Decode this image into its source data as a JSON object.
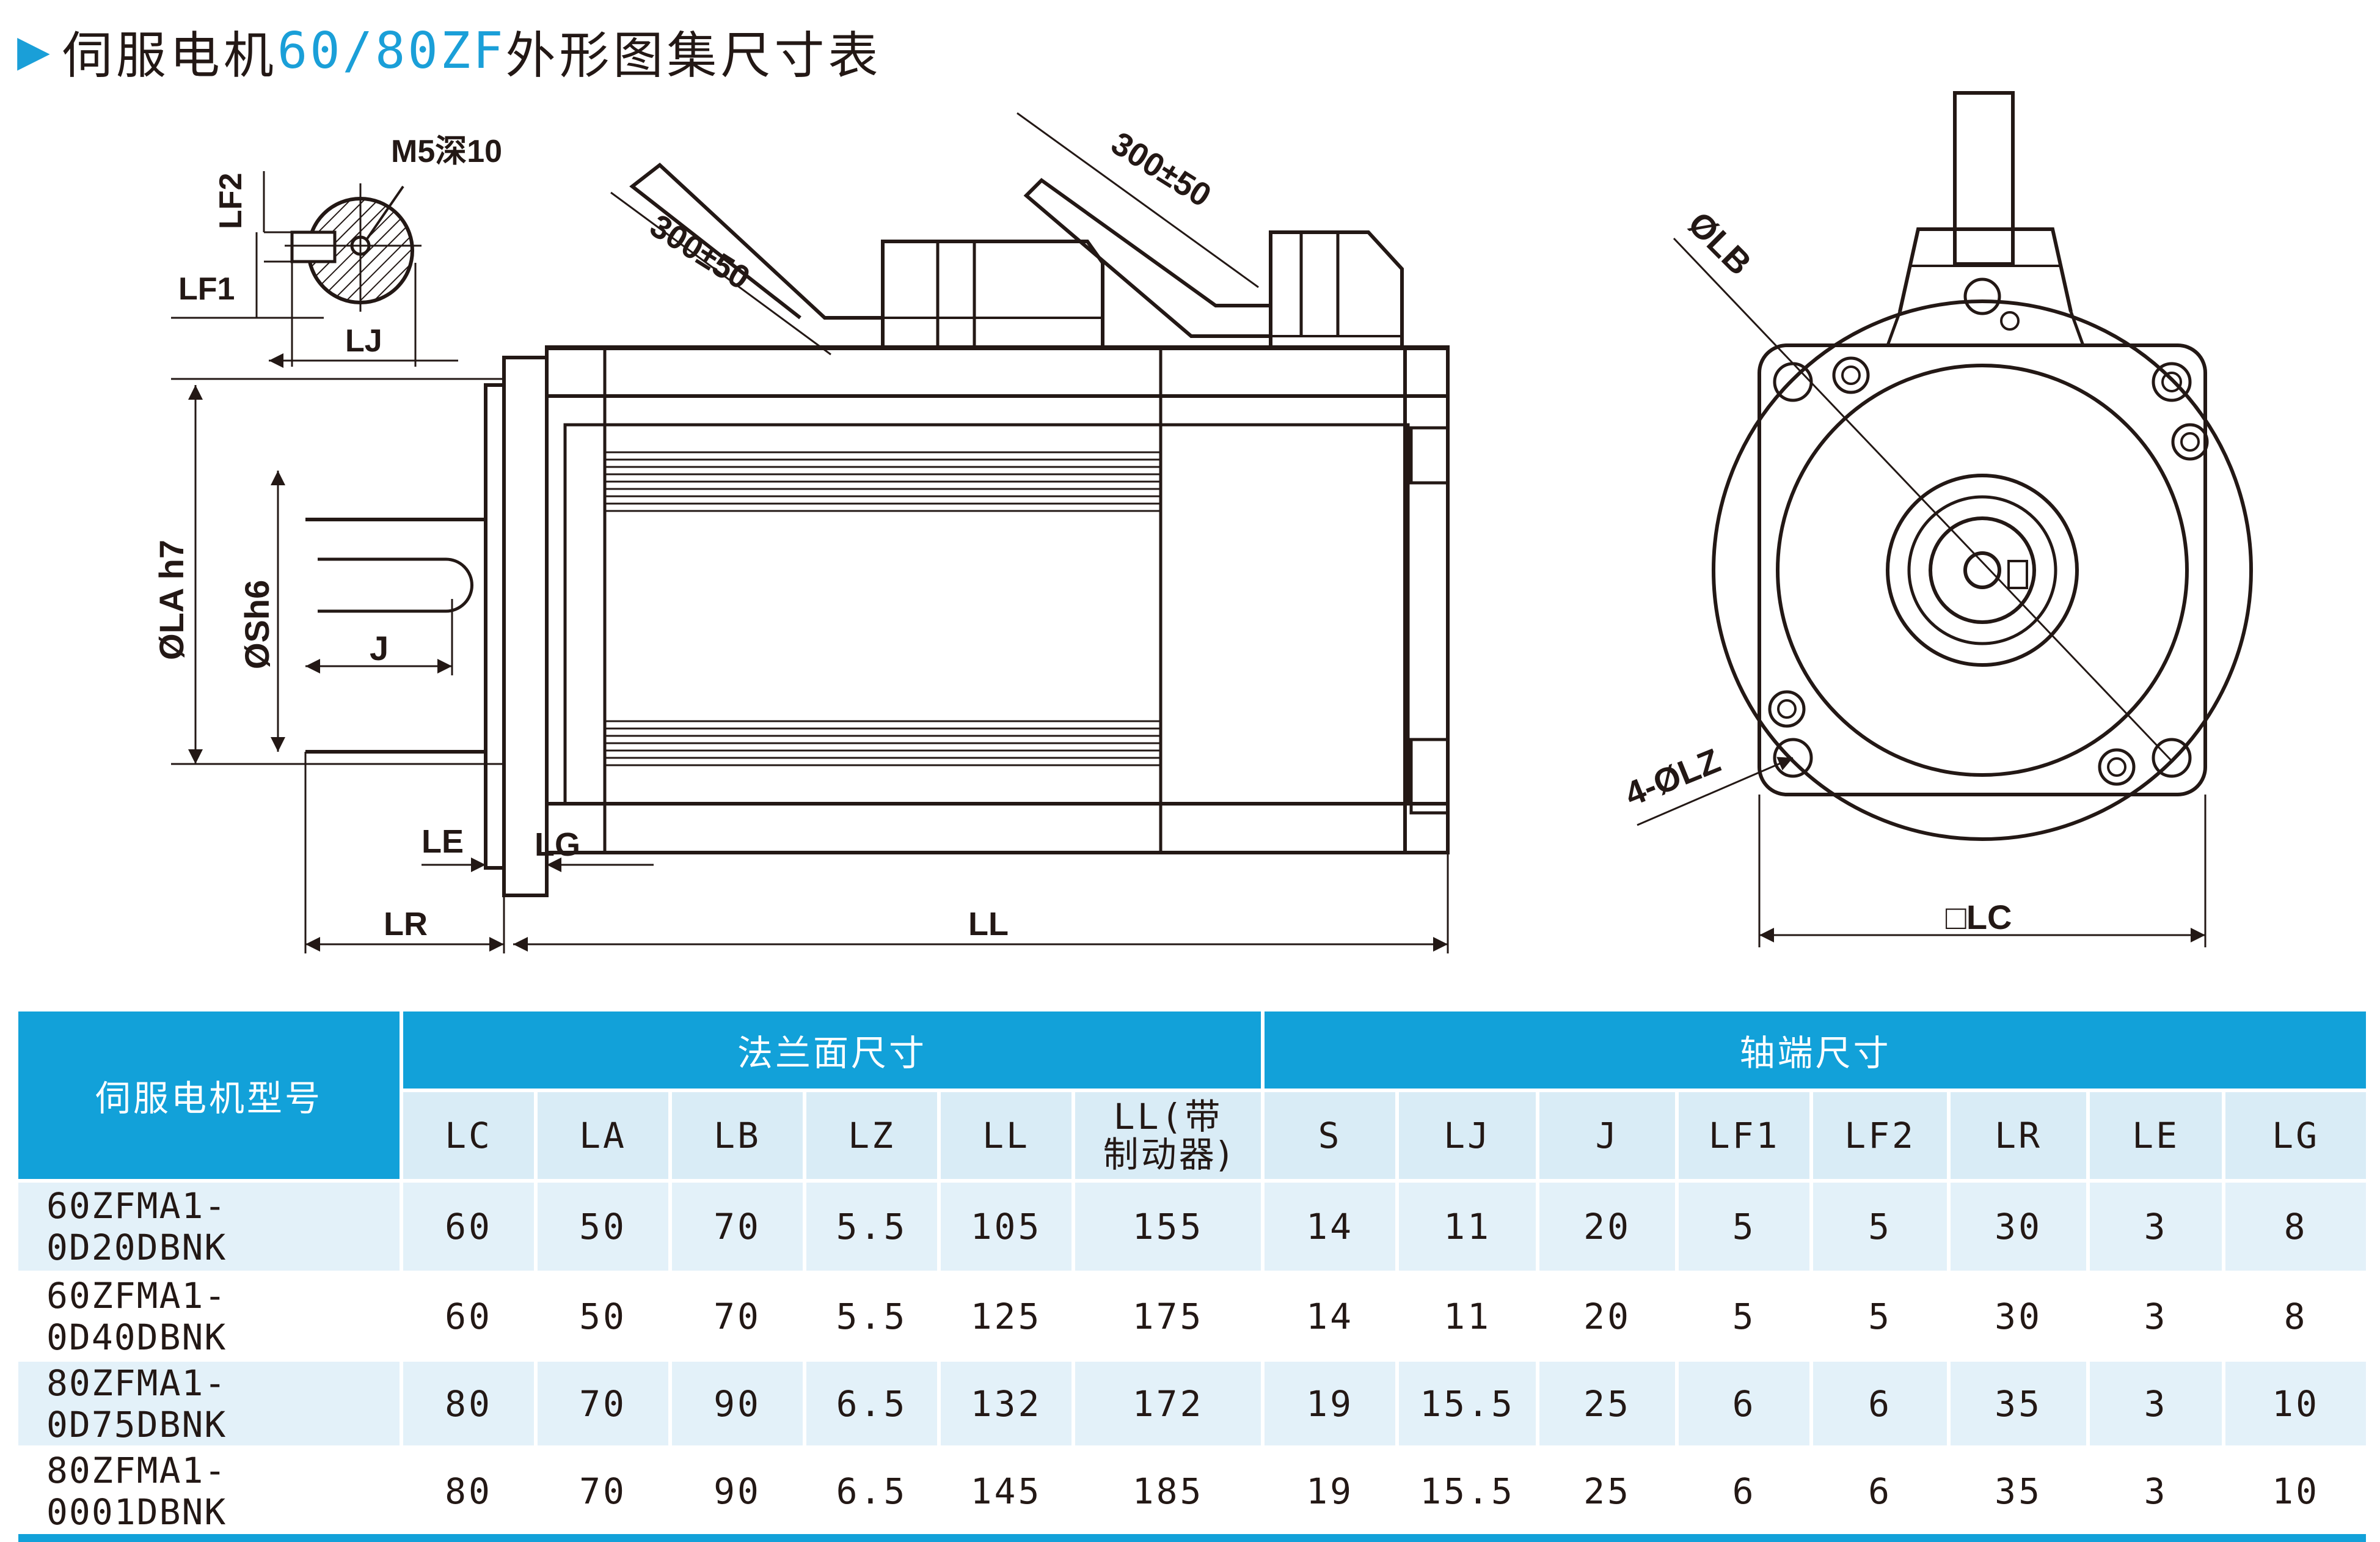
{
  "title": {
    "prefix": "伺服电机",
    "models": "60/80ZF",
    "suffix": "外形图集尺寸表"
  },
  "drawing_labels": {
    "m5": "M5深10",
    "lf2": "LF2",
    "lf1": "LF1",
    "lj": "LJ",
    "cable1": "300±50",
    "cable2": "300±50",
    "la": "ØLA h7",
    "sh6": "ØSh6",
    "j": "J",
    "le": "LE",
    "lg": "LG",
    "lr": "LR",
    "ll": "LL",
    "lb": "ØLB",
    "lz": "4-ØLZ",
    "lc": "□LC"
  },
  "table": {
    "model_header": "伺服电机型号",
    "group1": "法兰面尺寸",
    "group2": "轴端尺寸",
    "columns": [
      "LC",
      "LA",
      "LB",
      "LZ",
      "LL",
      "LL(带制动器)",
      "S",
      "LJ",
      "J",
      "LF1",
      "LF2",
      "LR",
      "LE",
      "LG"
    ],
    "col_brake_line1": "LL(带",
    "col_brake_line2": "制动器)",
    "rows": [
      {
        "model": "60ZFMA1-0D20DBNK",
        "cells": [
          "60",
          "50",
          "70",
          "5.5",
          "105",
          "155",
          "14",
          "11",
          "20",
          "5",
          "5",
          "30",
          "3",
          "8"
        ]
      },
      {
        "model": "60ZFMA1-0D40DBNK",
        "cells": [
          "60",
          "50",
          "70",
          "5.5",
          "125",
          "175",
          "14",
          "11",
          "20",
          "5",
          "5",
          "30",
          "3",
          "8"
        ]
      },
      {
        "model": "80ZFMA1-0D75DBNK",
        "cells": [
          "80",
          "70",
          "90",
          "6.5",
          "132",
          "172",
          "19",
          "15.5",
          "25",
          "6",
          "6",
          "35",
          "3",
          "10"
        ]
      },
      {
        "model": "80ZFMA1-0001DBNK",
        "cells": [
          "80",
          "70",
          "90",
          "6.5",
          "145",
          "185",
          "19",
          "15.5",
          "25",
          "6",
          "6",
          "35",
          "3",
          "10"
        ]
      }
    ]
  },
  "colors": {
    "accent": "#12a1d9",
    "row_tint": "#e3f1f9",
    "ink": "#231815"
  }
}
